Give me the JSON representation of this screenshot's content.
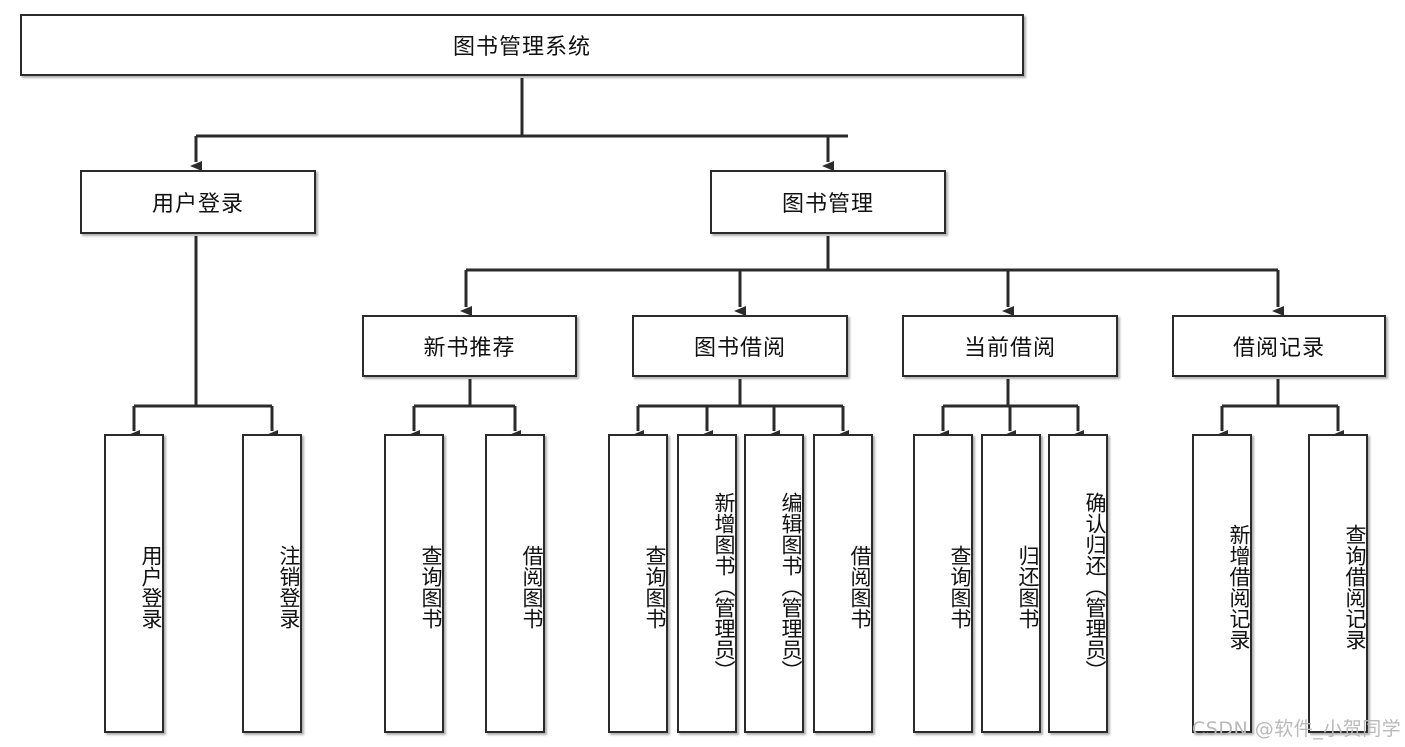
{
  "diagram": {
    "title": "图书管理系统",
    "type": "tree-hierarchy",
    "root": {
      "id": "root",
      "label": "图书管理系统"
    },
    "level2": [
      {
        "id": "user-login",
        "label": "用户登录"
      },
      {
        "id": "book-management",
        "label": "图书管理"
      }
    ],
    "level3": [
      {
        "id": "new-book-recommend",
        "label": "新书推荐",
        "parent": "book-management"
      },
      {
        "id": "book-borrow",
        "label": "图书借阅",
        "parent": "book-management"
      },
      {
        "id": "current-borrow",
        "label": "当前借阅",
        "parent": "book-management"
      },
      {
        "id": "borrow-record",
        "label": "借阅记录",
        "parent": "book-management"
      }
    ],
    "leaves": [
      {
        "id": "leaf-user-login",
        "label": "用户登录",
        "parent": "user-login"
      },
      {
        "id": "leaf-logout-login",
        "label": "注销登录",
        "parent": "user-login"
      },
      {
        "id": "leaf-query-book-1",
        "label": "查询图书",
        "parent": "new-book-recommend"
      },
      {
        "id": "leaf-borrow-book-1",
        "label": "借阅图书",
        "parent": "new-book-recommend"
      },
      {
        "id": "leaf-query-book-2",
        "label": "查询图书",
        "parent": "book-borrow"
      },
      {
        "id": "leaf-add-book",
        "label": "新增图书（管理员）",
        "parent": "book-borrow"
      },
      {
        "id": "leaf-edit-book",
        "label": "编辑图书（管理员）",
        "parent": "book-borrow"
      },
      {
        "id": "leaf-borrow-book-2",
        "label": "借阅图书",
        "parent": "book-borrow"
      },
      {
        "id": "leaf-query-book-3",
        "label": "查询图书",
        "parent": "current-borrow"
      },
      {
        "id": "leaf-return-book",
        "label": "归还图书",
        "parent": "current-borrow"
      },
      {
        "id": "leaf-confirm-return",
        "label": "确认归还（管理员）",
        "parent": "current-borrow"
      },
      {
        "id": "leaf-add-record",
        "label": "新增借阅记录",
        "parent": "borrow-record"
      },
      {
        "id": "leaf-query-record",
        "label": "查询借阅记录",
        "parent": "borrow-record"
      }
    ],
    "watermark": "CSDN @软件_小贺同学",
    "colors": {
      "border": "#2b2b2b",
      "background": "#ffffff",
      "text": "#111111",
      "watermark": "#b9b9b9"
    }
  }
}
